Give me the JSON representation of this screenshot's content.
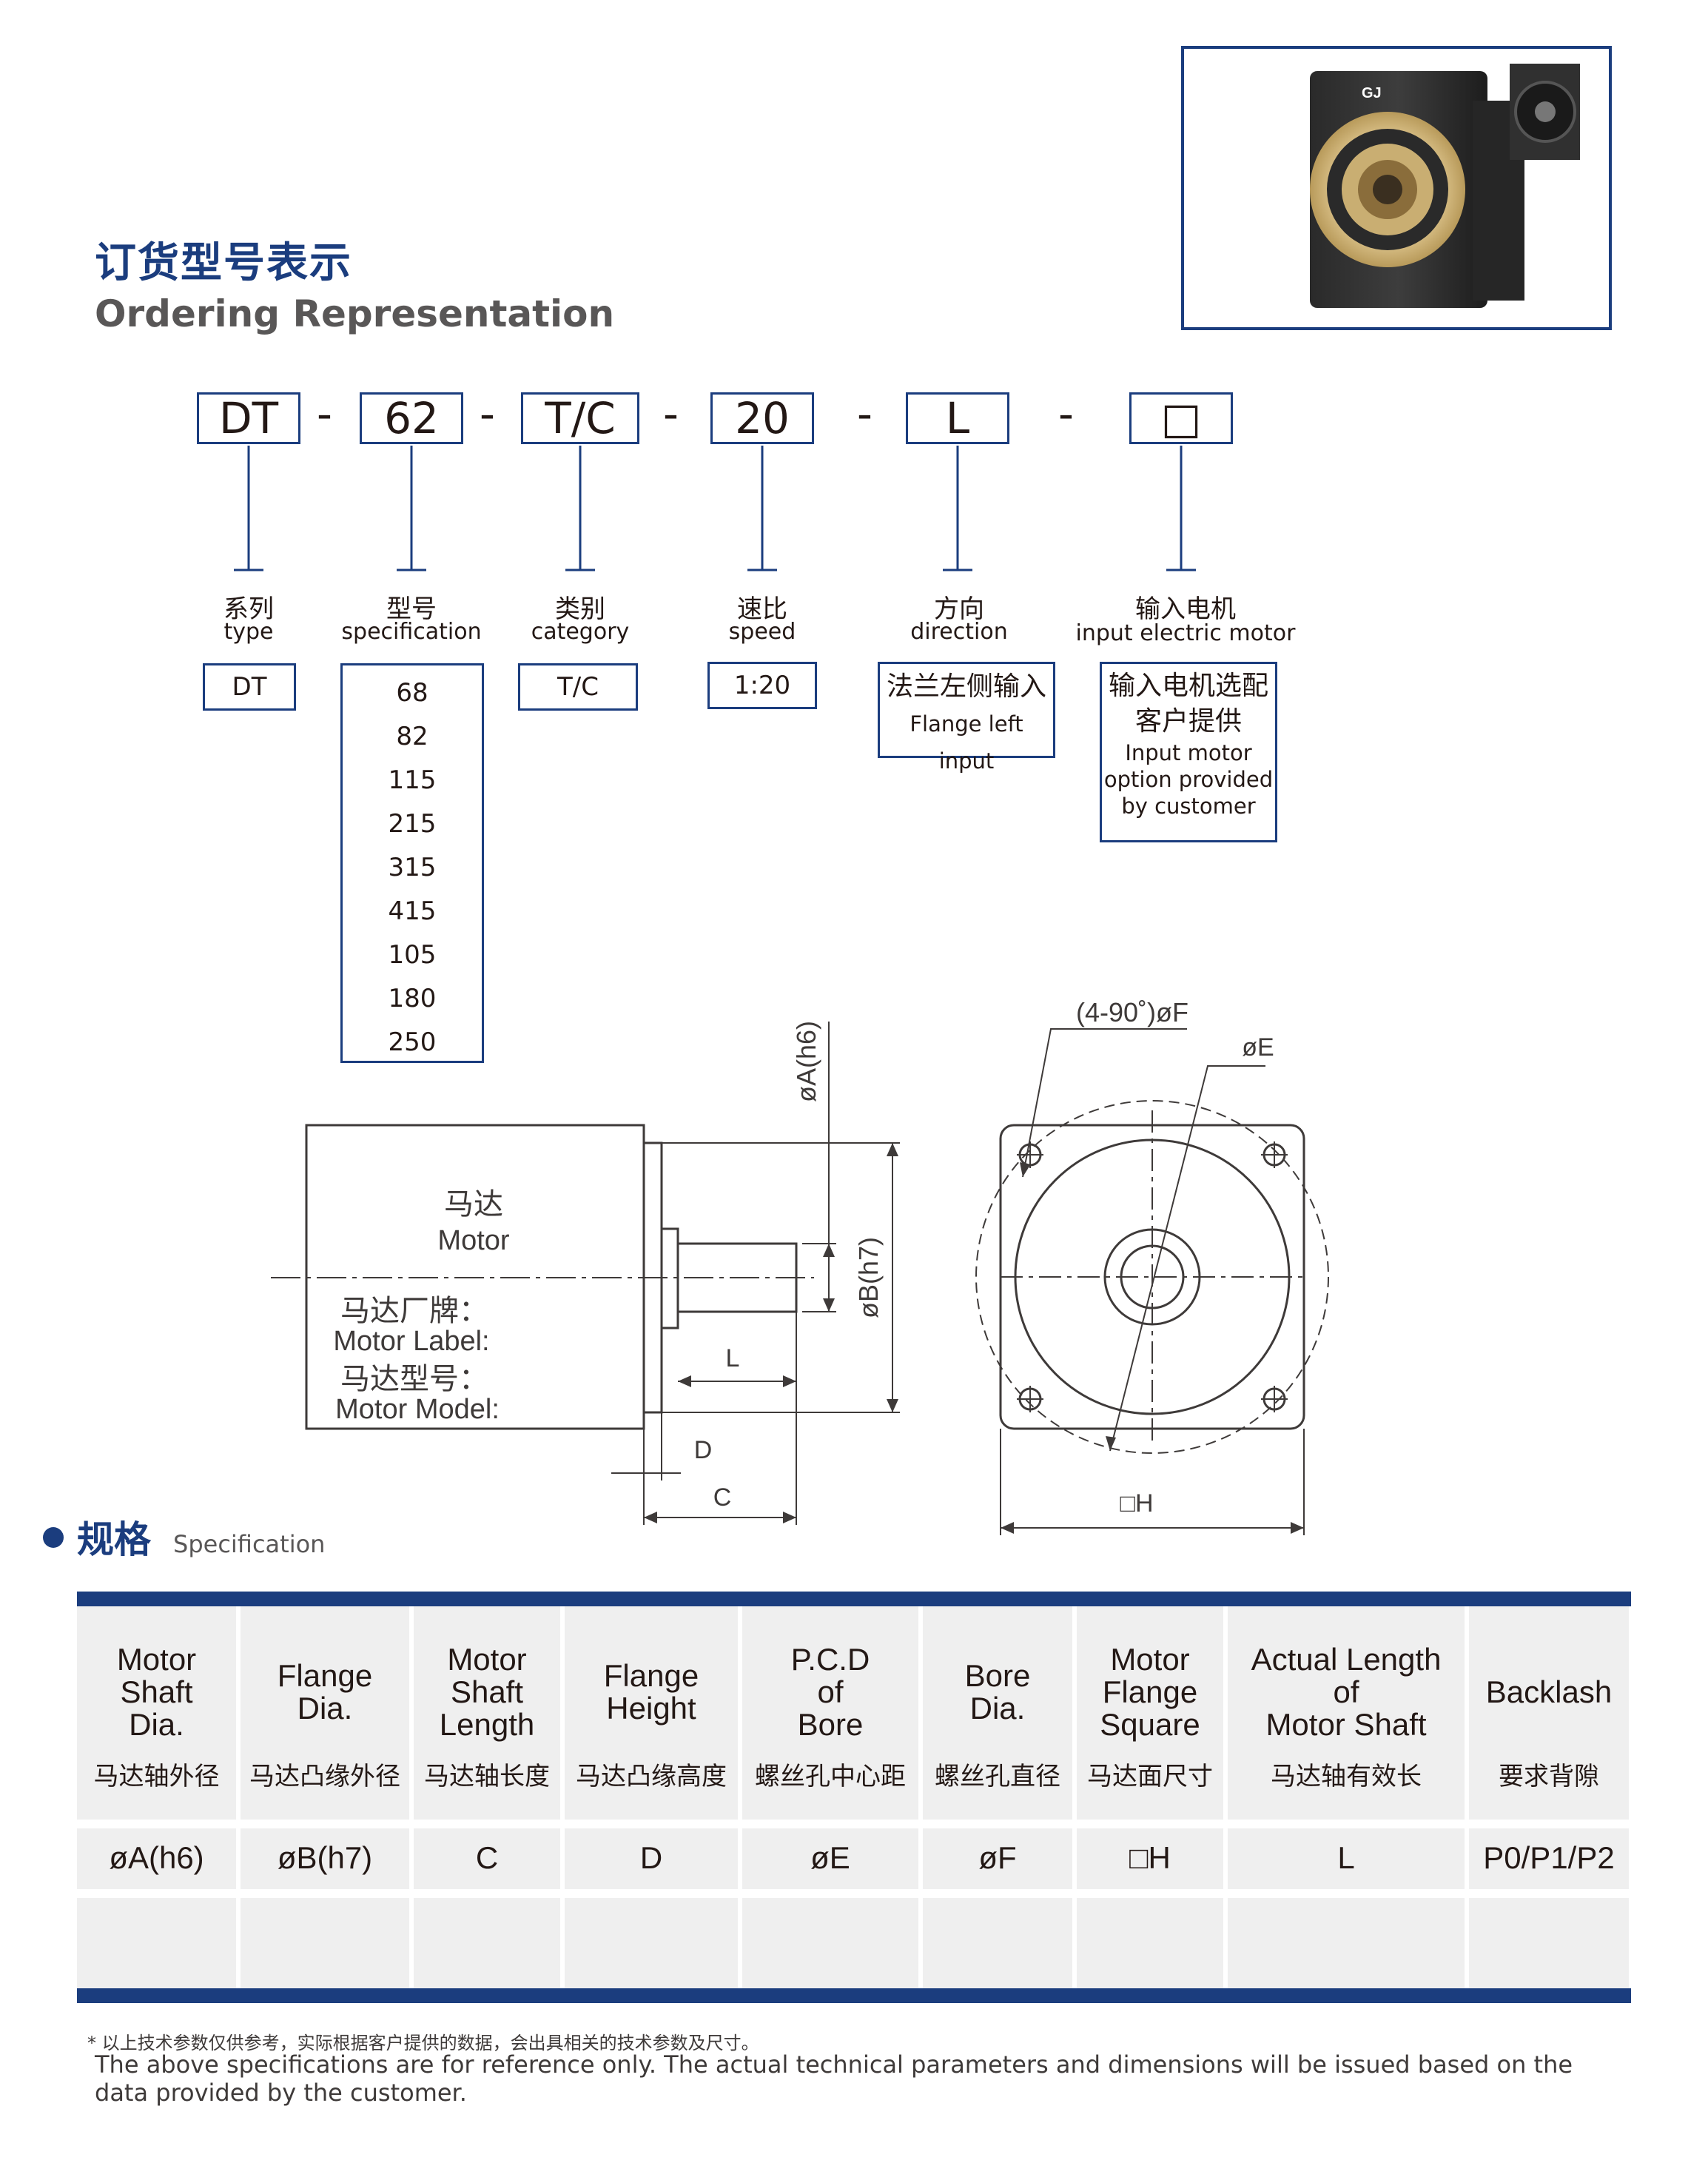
{
  "header": {
    "title_cn": "订货型号表示",
    "title_en": "Ordering  Representation",
    "product_logo": "GJ"
  },
  "code": {
    "parts": [
      "DT",
      "62",
      "T/C",
      "20",
      "L",
      "□"
    ],
    "separator": "-"
  },
  "fields": [
    {
      "cn": "系列",
      "en": "type",
      "options": [
        "DT"
      ]
    },
    {
      "cn": "型号",
      "en": "specification",
      "options": [
        "68",
        "82",
        "115",
        "215",
        "315",
        "415",
        "105",
        "180",
        "250"
      ]
    },
    {
      "cn": "类别",
      "en": "category",
      "options": [
        "T/C"
      ]
    },
    {
      "cn": "速比",
      "en": "speed",
      "options": [
        "1:20"
      ]
    },
    {
      "cn": "方向",
      "en": "direction",
      "option_cn": "法兰左侧输入",
      "option_en": "Flange left input"
    },
    {
      "cn": "输入电机",
      "en": "input electric motor",
      "option_cn_1": "输入电机选配",
      "option_cn_2": "客户提供",
      "option_en_1": "Input motor",
      "option_en_2": "option provided",
      "option_en_3": "by customer"
    }
  ],
  "diagram": {
    "motor_cn": "马达",
    "motor_en": "Motor",
    "label_cn": "马达厂牌：",
    "label_en": "Motor Label:",
    "model_cn": "马达型号：",
    "model_en": "Motor Model:",
    "dim_A": "øA(h6)",
    "dim_B": "øB(h7)",
    "dim_L": "L",
    "dim_D": "D",
    "dim_C": "C",
    "dim_F": "(4-90˚)øF",
    "dim_E": "øE",
    "dim_H": "□H"
  },
  "spec": {
    "title_cn": "规格",
    "title_en": "Specification",
    "columns": [
      {
        "en": [
          "Motor",
          "Shaft",
          "Dia."
        ],
        "cn": "马达轴外径",
        "symbol": "øA(h6)"
      },
      {
        "en": [
          "Flange",
          "Dia."
        ],
        "cn": "马达凸缘外径",
        "symbol": "øB(h7)"
      },
      {
        "en": [
          "Motor",
          "Shaft",
          "Length"
        ],
        "cn": "马达轴长度",
        "symbol": "C"
      },
      {
        "en": [
          "Flange",
          "Height"
        ],
        "cn": "马达凸缘高度",
        "symbol": "D"
      },
      {
        "en": [
          "P.C.D",
          "of",
          "Bore"
        ],
        "cn": "螺丝孔中心距",
        "symbol": "øE"
      },
      {
        "en": [
          "Bore",
          "Dia."
        ],
        "cn": "螺丝孔直径",
        "symbol": "øF"
      },
      {
        "en": [
          "Motor",
          "Flange",
          "Square"
        ],
        "cn": "马达面尺寸",
        "symbol": "□H"
      },
      {
        "en": [
          "Actual Length",
          "of",
          "Motor Shaft"
        ],
        "cn": "马达轴有效长",
        "symbol": "L"
      },
      {
        "en": [
          "Backlash"
        ],
        "cn": "要求背隙",
        "symbol": "P0/P1/P2"
      }
    ]
  },
  "notes": {
    "cn": "*  以上技术参数仅供参考，实际根据客户提供的数据，会出具相关的技术参数及尺寸。",
    "en": "The above specifications are for reference only. The actual technical parameters and dimensions will be issued based on the data provided by the customer."
  },
  "colors": {
    "brand": "#1b3d7e",
    "text": "#231815",
    "cell": "#efefef"
  }
}
